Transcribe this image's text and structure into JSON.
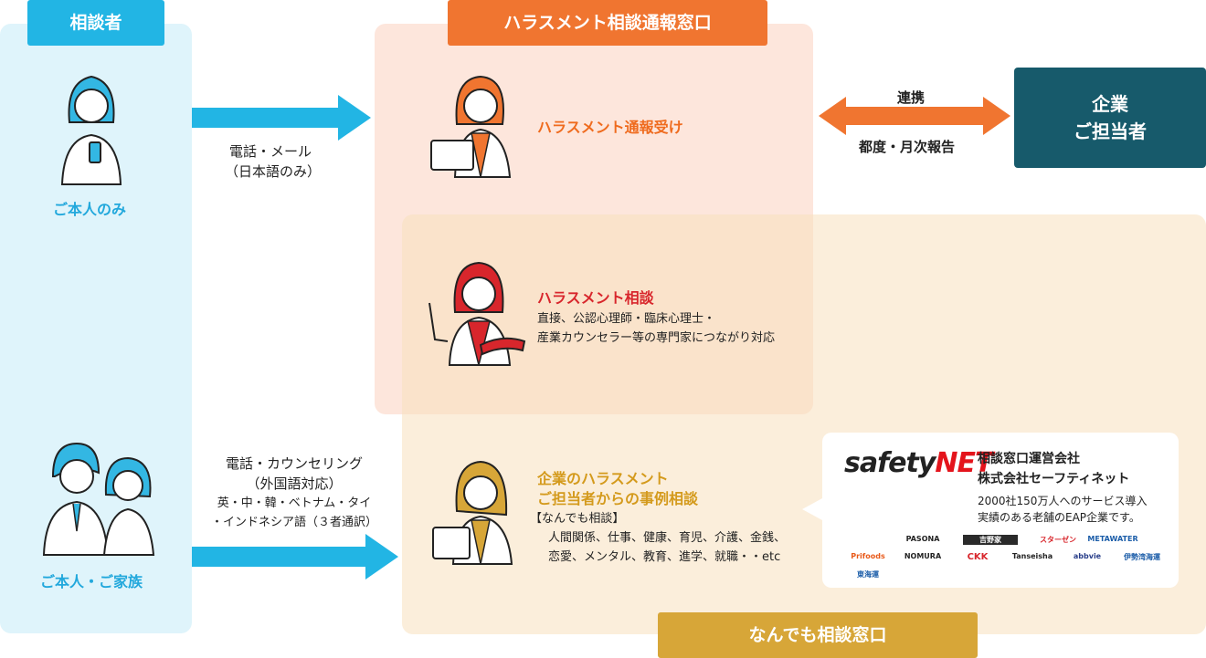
{
  "consulter": {
    "tag": "相談者",
    "self_only": "ご本人のみ",
    "self_family": "ご本人・ご家族"
  },
  "channels": {
    "phone_mail_line1": "電話・メール",
    "phone_mail_line2": "（日本語のみ）",
    "phone_counsel_line1": "電話・カウンセリング",
    "phone_counsel_line2": "（外国語対応）",
    "phone_counsel_line3": "英・中・韓・ベトナム・タイ",
    "phone_counsel_line4": "・インドネシア語（３者通訳）"
  },
  "harassment_window": {
    "tag": "ハラスメント相談通報窓口",
    "report_title": "ハラスメント通報受け",
    "consult_title": "ハラスメント相談",
    "consult_desc1": "直接、公認心理師・臨床心理士・",
    "consult_desc2": "産業カウンセラー等の専門家につながり対応"
  },
  "link": {
    "top": "連携",
    "bottom": "都度・月次報告"
  },
  "company": {
    "line1": "企業",
    "line2": "ご担当者"
  },
  "anything_window": {
    "tag": "なんでも相談窓口",
    "title1": "企業のハラスメント",
    "title2": "ご担当者からの事例相談",
    "sub": "【なんでも相談】",
    "desc1": "人間関係、仕事、健康、育児、介護、金銭、",
    "desc2": "恋愛、メンタル、教育、進学、就職・・etc"
  },
  "safetynet": {
    "logo_main": "safety",
    "logo_accent": "NET",
    "name1": "相談窓口運営会社",
    "name2": "株式会社セーフティネット",
    "desc1": "2000社150万人へのサービス導入",
    "desc2": "実績のある老舗のEAP企業です。",
    "logos": [
      "",
      "PASONA",
      "吉野家",
      "スターゼン",
      "METAWATER",
      "Prifoods",
      "NOMURA",
      "CKK",
      "Tanseisha",
      "abbvie",
      "伊勢湾海運",
      "東海運"
    ]
  },
  "colors": {
    "blue": "#22b5e4",
    "orange": "#f07530",
    "gold": "#d7a638",
    "navy": "#175a6b",
    "red": "#d8262c"
  }
}
